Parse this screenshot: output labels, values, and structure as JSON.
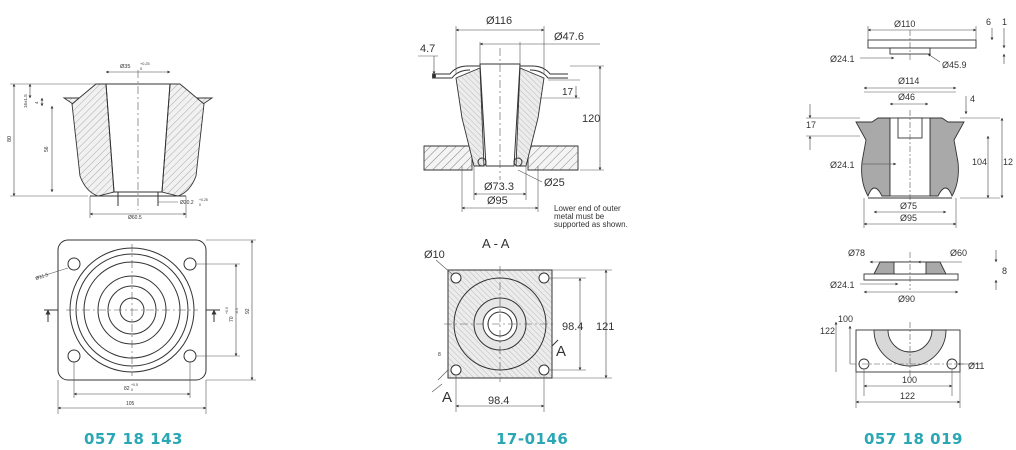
{
  "captions": {
    "left": "057 18 143",
    "middle": "17-0146",
    "right": "057 18 019"
  },
  "left_drawing": {
    "dims": {
      "top_bore": "Ø35",
      "top_bore_tol_up": "+0.25",
      "top_bore_tol_low": "0",
      "height_flange": "16",
      "height_flange_tol": "±1.5",
      "flange_thk": "4",
      "total_height": "80",
      "body_height": "56",
      "bottom_bore": "Ø20.2",
      "bottom_bore_tol_up": "+0.25",
      "bottom_bore_tol_low": "0",
      "base_dia": "Ø60.5",
      "hole_dia": "Ø11.5",
      "hole_pitch_v": "70",
      "hole_pitch_v_tol": "+0.5",
      "hole_pitch_v_tol_low": "-0.5",
      "plate_h": "92",
      "hole_pitch_h": "82",
      "hole_pitch_h_tol_up": "+0.5",
      "hole_pitch_h_tol_low": "0",
      "plate_w": "105"
    }
  },
  "middle_drawing": {
    "dims": {
      "top_od": "Ø116",
      "top_id": "Ø47.6",
      "flange_thk": "4.7",
      "step": "17",
      "height": "120",
      "bottom_small": "Ø25",
      "inner_base": "Ø73.3",
      "outer_base": "Ø95",
      "corner_hole": "Ø10",
      "pitch_v": "98.4",
      "plate_v": "121",
      "pitch_h": "98.4",
      "thk_label": "8"
    },
    "note_lines": [
      "Lower end of outer",
      "metal must be",
      "supported as shown."
    ],
    "section_label": "A - A",
    "section_marker": "A"
  },
  "right_drawing": {
    "dims": {
      "top_dia": "Ø110",
      "top_thk": "6",
      "top_cut": "1",
      "top_left_bore": "Ø24.1",
      "top_right_bore": "Ø45.9",
      "mid_top": "Ø114",
      "mid_inner": "Ø46",
      "mid_flange": "4",
      "mid_step": "17",
      "mid_bore": "Ø24.1",
      "mid_height": "104",
      "mid_total": "12",
      "mid_base_in": "Ø75",
      "mid_base_out": "Ø95",
      "low_left": "Ø78",
      "low_right": "Ø60",
      "low_thk": "8",
      "low_bore": "Ø24.1",
      "low_base": "Ø90",
      "plan_122v": "122",
      "plan_100v": "100",
      "plan_hole": "Ø11",
      "plan_100h": "100",
      "plan_122h": "122"
    }
  }
}
